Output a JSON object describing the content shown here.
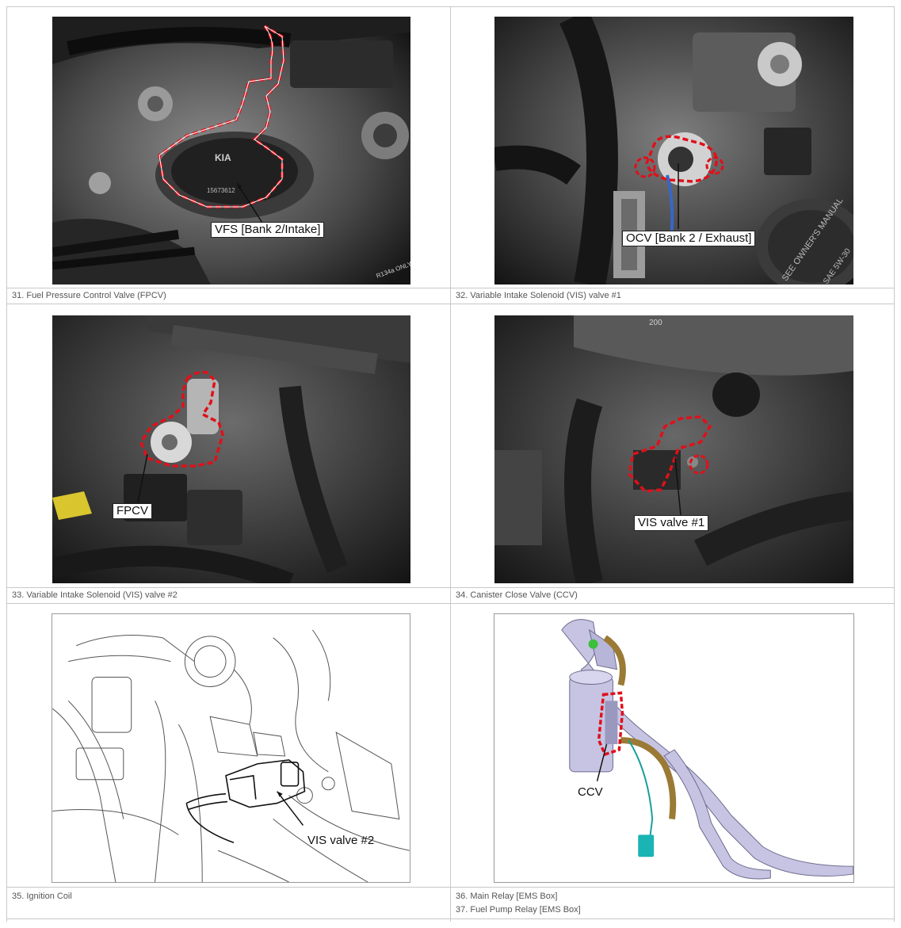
{
  "panels": [
    {
      "callout": "VFS [Bank 2/Intake]",
      "caption": "31. Fuel Pressure Control Valve (FPCV)",
      "kind": "photo"
    },
    {
      "callout": "OCV [Bank 2 / Exhaust]",
      "caption": "32. Variable Intake Solenoid (VIS) valve #1",
      "kind": "photo"
    },
    {
      "callout": "FPCV",
      "caption": "33. Variable Intake Solenoid (VIS) valve #2",
      "kind": "photo"
    },
    {
      "callout": "VIS valve #1",
      "caption": "34. Canister Close Valve (CCV)",
      "kind": "photo"
    },
    {
      "callout": "VIS valve #2",
      "caption": "35. Ignition Coil",
      "kind": "line-drawing"
    },
    {
      "callout": "CCV",
      "caption": "36. Main Relay [EMS Box]",
      "caption2": "37. Fuel Pump Relay [EMS Box]",
      "kind": "render"
    }
  ],
  "photo_text": {
    "brand": "KIA",
    "part_number": "15673612",
    "cap_text_1": "SEE OWNER'S MANUAL",
    "cap_text_2": "SAE 5W-30",
    "hose_text": "R134a ONLY",
    "manifold_text": "200"
  },
  "colors": {
    "highlight": "#e0101a",
    "grid_line": "#c8c8c8",
    "caption_text": "#555555"
  }
}
